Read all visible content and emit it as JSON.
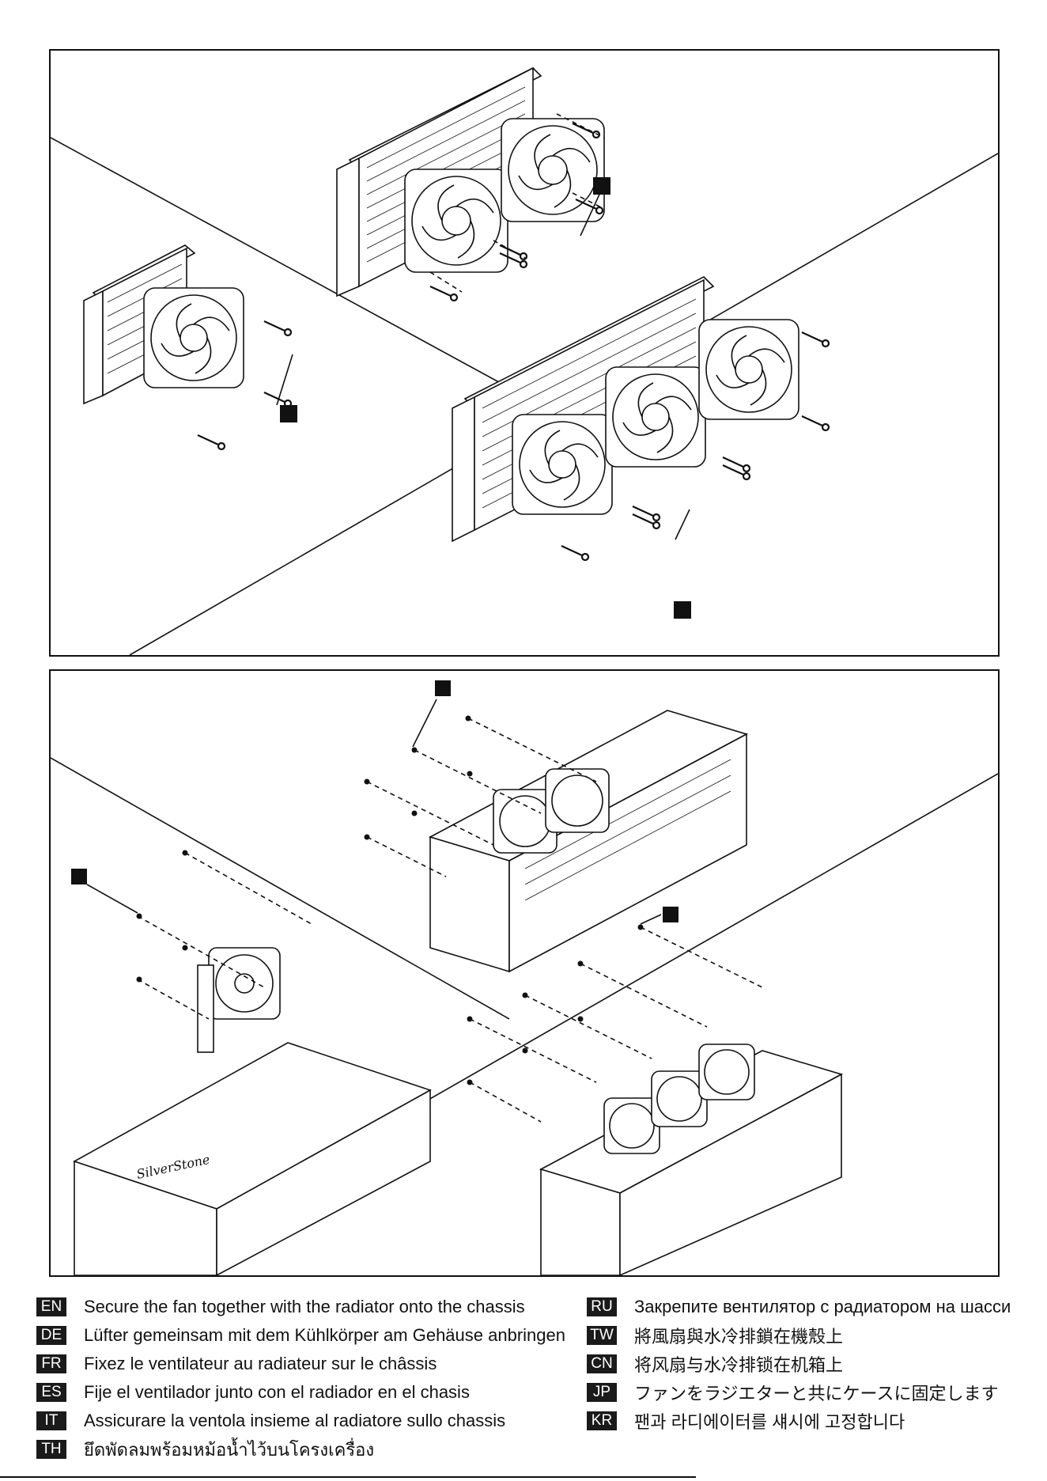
{
  "step_markers": [
    "",
    "",
    "",
    "",
    "",
    "",
    ""
  ],
  "legend": {
    "left": [
      {
        "code": "EN",
        "text": "Secure the fan together with the radiator onto the chassis"
      },
      {
        "code": "DE",
        "text": "Lüfter gemeinsam mit dem Kühlkörper am Gehäuse anbringen"
      },
      {
        "code": "FR",
        "text": "Fixez le ventilateur au radiateur sur le châssis"
      },
      {
        "code": "ES",
        "text": "Fije el ventilador junto con el radiador en el chasis"
      },
      {
        "code": "IT",
        "text": "Assicurare la ventola insieme al radiatore sullo chassis"
      },
      {
        "code": "TH",
        "text": "ยึดพัดลมพร้อมหม้อน้ำไว้บนโครงเครื่อง"
      }
    ],
    "right": [
      {
        "code": "RU",
        "text": "Закрепите вентилятор с радиатором на шасси"
      },
      {
        "code": "TW",
        "text": "將風扇與水冷排鎖在機殼上"
      },
      {
        "code": "CN",
        "text": "将风扇与水冷排锁在机箱上"
      },
      {
        "code": "JP",
        "text": "ファンをラジエターと共にケースに固定します"
      },
      {
        "code": "KR",
        "text": "팬과 라디에이터를 섀시에 고정합니다"
      }
    ]
  },
  "brand_logo_text": "SilverStone",
  "colors": {
    "ink": "#111111",
    "badge": "#1a1a1a",
    "paper": "#ffffff"
  }
}
